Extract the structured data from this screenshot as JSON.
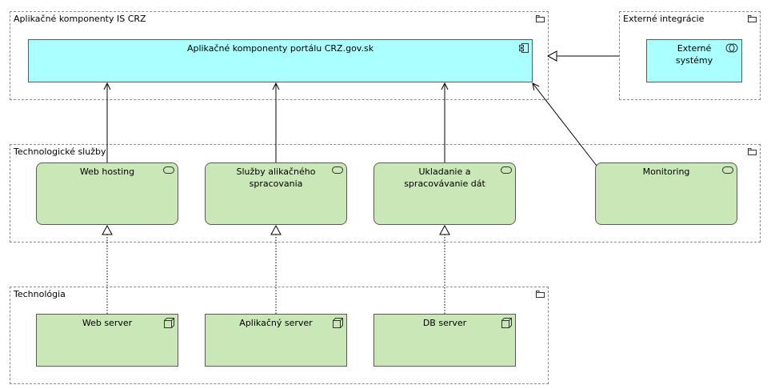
{
  "groups": {
    "app_components": "Aplikačné komponenty IS CRZ",
    "external": "Externé integrácie",
    "tech_services": "Technologické služby",
    "technology": "Technológia"
  },
  "nodes": {
    "portal": "Aplikačné komponenty portálu CRZ.gov.sk",
    "external_systems": "Externé systémy",
    "web_hosting": "Web hosting",
    "app_processing": "Služby alikačného spracovania",
    "data_storage": "Ukladanie a spracovávanie dát",
    "monitoring": "Monitoring",
    "web_server": "Web server",
    "app_server": "Aplikačný server",
    "db_server": "DB server"
  },
  "icons": {
    "group": "folder-icon",
    "component": "component-icon",
    "service": "service-icon",
    "interface": "interface-icon",
    "device": "node-icon"
  },
  "colors": {
    "application": "#aaffff",
    "technology": "#c9e7b7"
  }
}
